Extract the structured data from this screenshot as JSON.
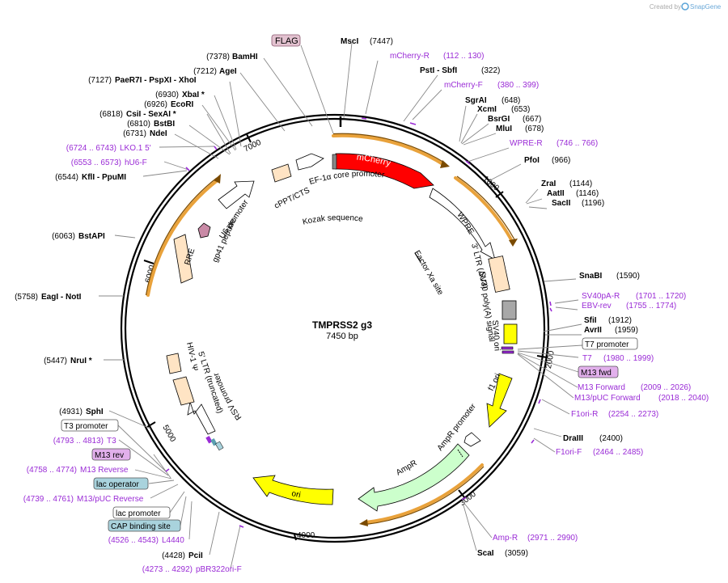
{
  "credit": {
    "prefix": "Created by",
    "brand": "SnapGene"
  },
  "plasmid": {
    "name": "TMPRSS2 g3",
    "size": "7450 bp"
  },
  "colors": {
    "enzyme": "#000000",
    "primer": "#9a2bd6",
    "mcherry": "#ff0000",
    "orf_yellow": "#ffff00",
    "ampr_green": "#ccffcc",
    "ltr_peach": "#ffe4c4",
    "flag_pink": "#e3c2d0",
    "gray": "#a8a8a8",
    "orange_ring": "#e9a23b",
    "ring": "#000000",
    "tag_purple_fill": "#e2b0ec",
    "tag_blue_fill": "#a9d3dd"
  },
  "ticks": [
    "1000",
    "2000",
    "3000",
    "4000",
    "5000",
    "6000",
    "7000"
  ],
  "features": [
    {
      "label": "mCherry",
      "color": "#ff0000"
    },
    {
      "label": "EF-1α core promoter",
      "color": "#ffffff"
    },
    {
      "label": "WPRE",
      "color": "#ffffff"
    },
    {
      "label": "3' LTR (ΔU3)",
      "color": "#ffe4c4"
    },
    {
      "label": "SV40 poly(A) signal",
      "color": "#a8a8a8"
    },
    {
      "label": "SV40 ori",
      "color": "#ffff00"
    },
    {
      "label": "f1 ori",
      "color": "#ffff00"
    },
    {
      "label": "AmpR promoter",
      "color": "#ffffff"
    },
    {
      "label": "AmpR",
      "color": "#ccffcc"
    },
    {
      "label": "ori",
      "color": "#ffff00"
    },
    {
      "label": "RSV promoter",
      "color": "#ffffff"
    },
    {
      "label": "5' LTR (truncated)",
      "color": "#ffe4c4"
    },
    {
      "label": "HIV-1 Ψ",
      "color": "#ffe4c4"
    },
    {
      "label": "RRE",
      "color": "#ffe4c4"
    },
    {
      "label": "gp41 peptide",
      "color": "#e3c2d0"
    },
    {
      "label": "U6 promoter",
      "color": "#ffffff"
    },
    {
      "label": "cPPT/CTS",
      "color": "#ffe4c4"
    },
    {
      "label": "Kozak sequence",
      "color": "#ffffff"
    },
    {
      "label": "Factor Xa site",
      "color": "#ffffff"
    }
  ],
  "right_labels": [
    {
      "name": "MscI",
      "pos": "(7447)"
    },
    {
      "name": "mCherry-R",
      "pos": "(112 .. 130)"
    },
    {
      "name": "PstI  -  SbfI",
      "pos": "(322)"
    },
    {
      "name": "mCherry-F",
      "pos": "(380 .. 399)"
    },
    {
      "name": "SgrAI",
      "pos": "(648)"
    },
    {
      "name": "XcmI",
      "pos": "(653)"
    },
    {
      "name": "BsrGI",
      "pos": "(667)"
    },
    {
      "name": "MluI",
      "pos": "(678)"
    },
    {
      "name": "WPRE-R",
      "pos": "(746 .. 766)"
    },
    {
      "name": "PfoI",
      "pos": "(966)"
    },
    {
      "name": "ZraI",
      "pos": "(1144)"
    },
    {
      "name": "AatII",
      "pos": "(1146)"
    },
    {
      "name": "SacII",
      "pos": "(1196)"
    },
    {
      "name": "SnaBI",
      "pos": "(1590)"
    },
    {
      "name": "SV40pA-R",
      "pos": "(1701 .. 1720)"
    },
    {
      "name": "EBV-rev",
      "pos": "(1755 .. 1774)"
    },
    {
      "name": "SfiI",
      "pos": "(1912)"
    },
    {
      "name": "AvrII",
      "pos": "(1959)"
    },
    {
      "name": "T7 promoter",
      "pos": ""
    },
    {
      "name": "T7",
      "pos": "(1980 .. 1999)"
    },
    {
      "name": "M13 fwd",
      "pos": ""
    },
    {
      "name": "M13 Forward",
      "pos": "(2009 .. 2026)"
    },
    {
      "name": "M13/pUC Forward",
      "pos": "(2018 .. 2040)"
    },
    {
      "name": "F1ori-R",
      "pos": "(2254 .. 2273)"
    },
    {
      "name": "DraIII",
      "pos": "(2400)"
    },
    {
      "name": "F1ori-F",
      "pos": "(2464 .. 2485)"
    },
    {
      "name": "Amp-R",
      "pos": "(2971 .. 2990)"
    },
    {
      "name": "ScaI",
      "pos": "(3059)"
    }
  ],
  "left_labels": [
    {
      "name": "FLAG",
      "pos": ""
    },
    {
      "name": "BamHI",
      "pos": "(7378)"
    },
    {
      "name": "AgeI",
      "pos": "(7212)"
    },
    {
      "name": "PaeR7I  -  PspXI  -  XhoI",
      "pos": "(7127)"
    },
    {
      "name": "XbaI *",
      "pos": "(6930)"
    },
    {
      "name": "EcoRI",
      "pos": "(6926)"
    },
    {
      "name": "CsiI  -  SexAI *",
      "pos": "(6818)"
    },
    {
      "name": "BstBI",
      "pos": "(6810)"
    },
    {
      "name": "NdeI",
      "pos": "(6731)"
    },
    {
      "name": "LKO.1 5'",
      "pos": "(6724 .. 6743)"
    },
    {
      "name": "hU6-F",
      "pos": "(6553 .. 6573)"
    },
    {
      "name": "KflI  -  PpuMI",
      "pos": "(6544)"
    },
    {
      "name": "BstAPI",
      "pos": "(6063)"
    },
    {
      "name": "EagI  -  NotI",
      "pos": "(5758)"
    },
    {
      "name": "NruI *",
      "pos": "(5447)"
    },
    {
      "name": "SphI",
      "pos": "(4931)"
    },
    {
      "name": "T3 promoter",
      "pos": ""
    },
    {
      "name": "T3",
      "pos": "(4793 .. 4813)"
    },
    {
      "name": "M13 rev",
      "pos": ""
    },
    {
      "name": "M13 Reverse",
      "pos": "(4758 .. 4774)"
    },
    {
      "name": "lac operator",
      "pos": ""
    },
    {
      "name": "M13/pUC Reverse",
      "pos": "(4739 .. 4761)"
    },
    {
      "name": "lac promoter",
      "pos": ""
    },
    {
      "name": "CAP binding site",
      "pos": ""
    },
    {
      "name": "L4440",
      "pos": "(4526 .. 4543)"
    },
    {
      "name": "PciI",
      "pos": "(4428)"
    },
    {
      "name": "pBR322ori-F",
      "pos": "(4273 .. 4292)"
    }
  ]
}
